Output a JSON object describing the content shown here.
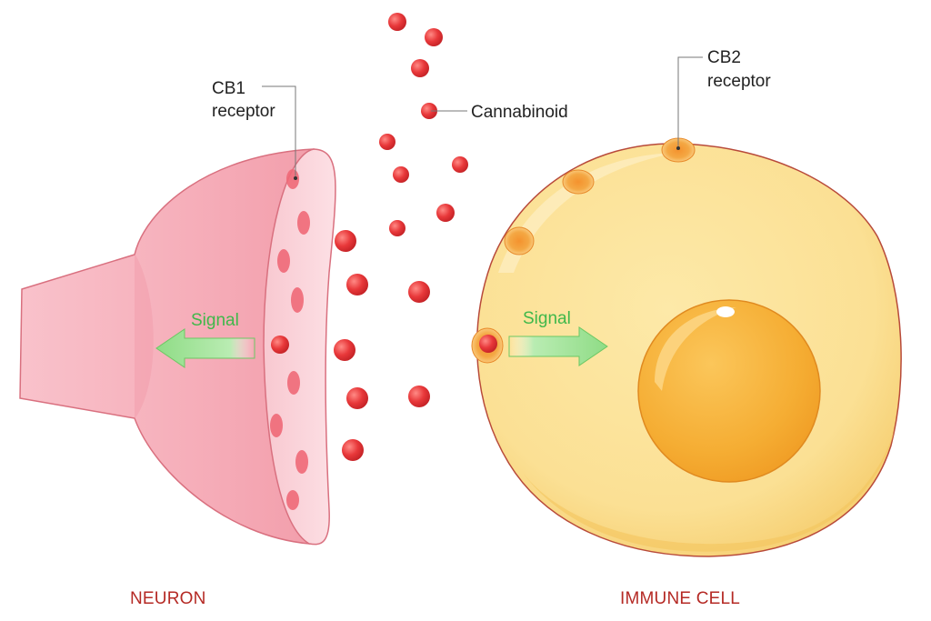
{
  "labels": {
    "cb1_line1": "CB1",
    "cb1_line2": "receptor",
    "cb2_line1": "CB2",
    "cb2_line2": "receptor",
    "cannabinoid": "Cannabinoid",
    "signal_left": "Signal",
    "signal_right": "Signal",
    "neuron": "NEURON",
    "immune_cell": "IMMUNE CELL"
  },
  "colors": {
    "neuron_fill": "#f6b8c2",
    "neuron_outline": "#d9707f",
    "cell_fill": "#fbe39a",
    "cell_outline": "#b84a3a",
    "nucleus": "#f7b43c",
    "cannabinoid": "#e8383a",
    "signal_arrow": "#8fdc86",
    "signal_text": "#3fb84a",
    "caption": "#b52a25"
  }
}
